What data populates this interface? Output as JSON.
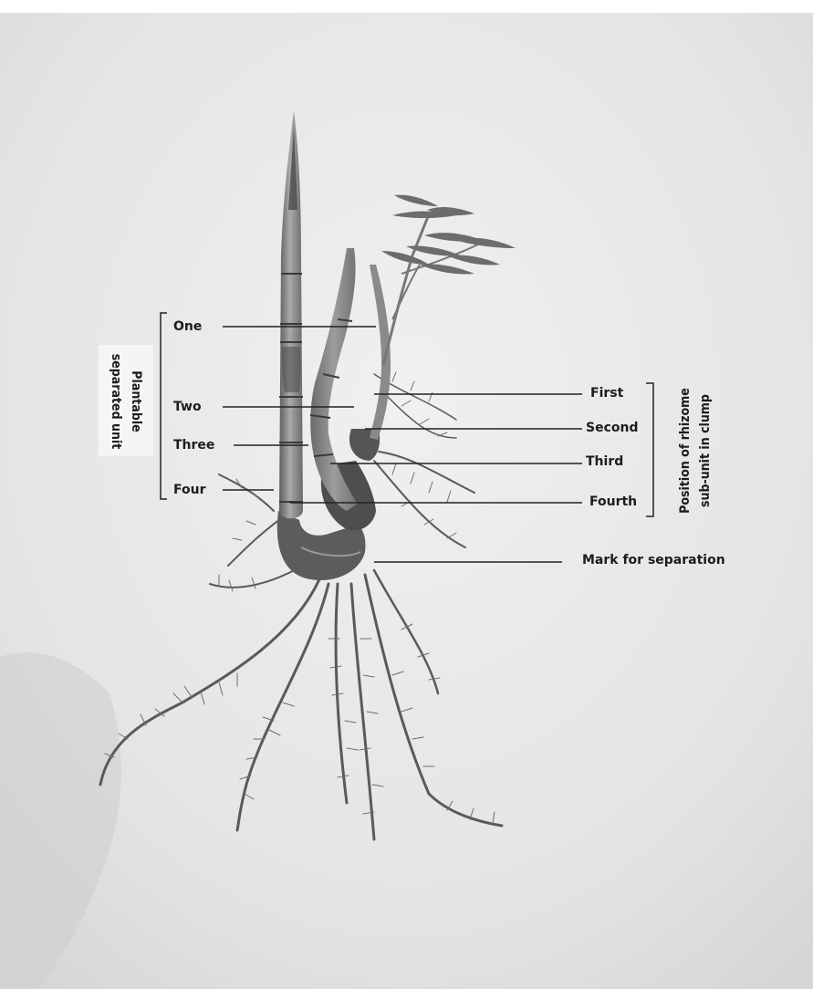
{
  "diagram": {
    "left_group": {
      "title_line1": "Plantable",
      "title_line2": "separated unit",
      "labels": [
        "One",
        "Two",
        "Three",
        "Four"
      ]
    },
    "right_group": {
      "title_line1": "Position of rhizome",
      "title_line2": "sub-unit in clump",
      "labels": [
        "First",
        "Second",
        "Third",
        "Fourth"
      ]
    },
    "separation_label": "Mark for separation"
  },
  "colors": {
    "background": "#e9e9e9",
    "stem": "#777777",
    "root": "#555555",
    "line": "#222222"
  }
}
